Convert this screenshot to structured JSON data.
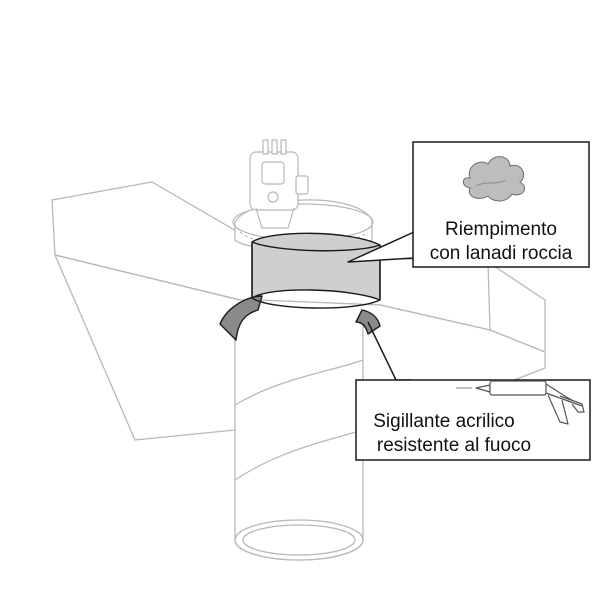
{
  "callouts": [
    {
      "id": "rock-wool",
      "line1": "Riempimento",
      "line2": "con lanadi roccia"
    },
    {
      "id": "sealant",
      "line1": "Sigillante acrilico",
      "line2": "resistente al fuoco"
    }
  ],
  "colors": {
    "line_light": "#b5b5b5",
    "line_dark": "#1a1a1a",
    "filling_gray": "#cfcfcf",
    "sealant_gray": "#8a8a8a",
    "wool_gray": "#bdbdbd",
    "background": "#ffffff"
  }
}
